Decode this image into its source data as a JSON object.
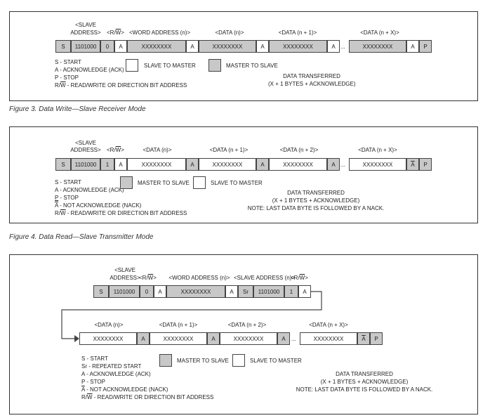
{
  "fig3": {
    "caption": "Figure 3. Data Write—Slave Receiver Mode",
    "slave_hdr": "<SLAVE",
    "addr_hdr": "ADDRESS>",
    "rw_hdr_pre": "<R/",
    "rw_hdr_w": "W",
    "rw_hdr_post": ">",
    "word_hdr": "<WORD ADDRESS (n)>",
    "data_n": "<DATA (n)>",
    "data_n1": "<DATA (n + 1)>",
    "data_nx": "<DATA (n + X)>",
    "s": "S",
    "addr": "1101000",
    "bit": "0",
    "a": "A",
    "xs": "XXXXXXXX",
    "dots": "...",
    "p": "P",
    "leg_start": "S - START",
    "leg_ack": "A - ACKNOWLEDGE (ACK)",
    "leg_stop": "P - STOP",
    "leg_rw_pre": "R/",
    "leg_rw_w": "W",
    "leg_rw_post": " - READ/WRITE OR DIRECTION BIT ADDRESS",
    "key_white": "SLAVE TO MASTER",
    "key_gray": "MASTER TO SLAVE",
    "dt1": "DATA TRANSFERRED",
    "dt2": "(X + 1 BYTES + ACKNOWLEDGE)"
  },
  "fig4": {
    "caption": "Figure 4. Data Read—Slave Transmitter Mode",
    "slave_hdr": "<SLAVE",
    "addr_hdr": "ADDRESS>",
    "rw_hdr_pre": "<R/",
    "rw_hdr_w": "W",
    "rw_hdr_post": ">",
    "data_n": "<DATA (n)>",
    "data_n1": "<DATA (n + 1)>",
    "data_n2": "<DATA (n + 2)>",
    "data_nx": "<DATA (n + X)>",
    "s": "S",
    "addr": "1101000",
    "bit": "1",
    "a": "A",
    "xs": "XXXXXXXX",
    "dots": "...",
    "p": "P",
    "leg_start": "S - START",
    "leg_ack": "A - ACKNOWLEDGE (ACK)",
    "leg_stop_p": "P",
    "leg_stop_rest": " - STOP",
    "leg_nack_a": "A",
    "leg_nack_rest": " - NOT ACKNOWLEDGE (NACK)",
    "leg_rw_pre": "R/",
    "leg_rw_w": "W",
    "leg_rw_post": " - READ/WRITE OR DIRECTION BIT ADDRESS",
    "key_gray": "MASTER TO SLAVE",
    "key_white": "SLAVE TO MASTER",
    "dt1": "DATA TRANSFERRED",
    "dt2": "(X + 1 BYTES + ACKNOWLEDGE)",
    "note": "NOTE: LAST DATA BYTE IS FOLLOWED BY A NACK."
  },
  "fig5": {
    "slave_hdr": "<SLAVE",
    "addr_hdr": "ADDRESS>",
    "rw_hdr_pre": "<R/",
    "rw_hdr_w": "W",
    "rw_hdr_post": ">",
    "word_hdr": "<WORD ADDRESS (n)>",
    "slave_addr_hdr": "<SLAVE ADDRESS (n)>",
    "data_n": "<DATA (n)>",
    "data_n1": "<DATA (n + 1)>",
    "data_n2": "<DATA (n + 2)>",
    "data_nx": "<DATA (n + X)>",
    "s": "S",
    "sr": "Sr",
    "addr": "1101000",
    "bit0": "0",
    "bit1": "1",
    "a": "A",
    "xs": "XXXXXXXX",
    "dots": "...",
    "p": "P",
    "leg_start": "S - START",
    "leg_sr": "Sr - REPEATED START",
    "leg_ack": "A - ACKNOWLEDGE (ACK)",
    "leg_stop": "P - STOP",
    "leg_nack_a": "A",
    "leg_nack_rest": " - NOT ACKNOWLEDGE (NACK)",
    "leg_rw_pre": "R/",
    "leg_rw_w": "W",
    "leg_rw_post": " - READ/WRITE OR DIRECTION BIT ADDRESS",
    "key_gray": "MASTER TO SLAVE",
    "key_white": "SLAVE TO MASTER",
    "dt1": "DATA TRANSFERRED",
    "dt2": "(X + 1 BYTES + ACKNOWLEDGE)",
    "note": "NOTE: LAST DATA BYTE IS FOLLOWED BY A NACK."
  },
  "colors": {
    "master_to_slave": "#c8c8c8",
    "slave_to_master": "#ffffff",
    "frame": "#333333"
  }
}
